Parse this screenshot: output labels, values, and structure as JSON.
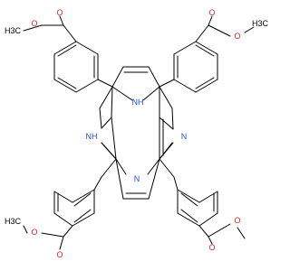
{
  "molecule": {
    "atoms": {
      "nh": "NH",
      "n": "N",
      "o": "O",
      "methyl": "H3C"
    },
    "colors": {
      "bond": "#000000",
      "nitrogen": "#2b4fd6",
      "oxygen": "#e0261a",
      "carbon": "#000000"
    }
  }
}
